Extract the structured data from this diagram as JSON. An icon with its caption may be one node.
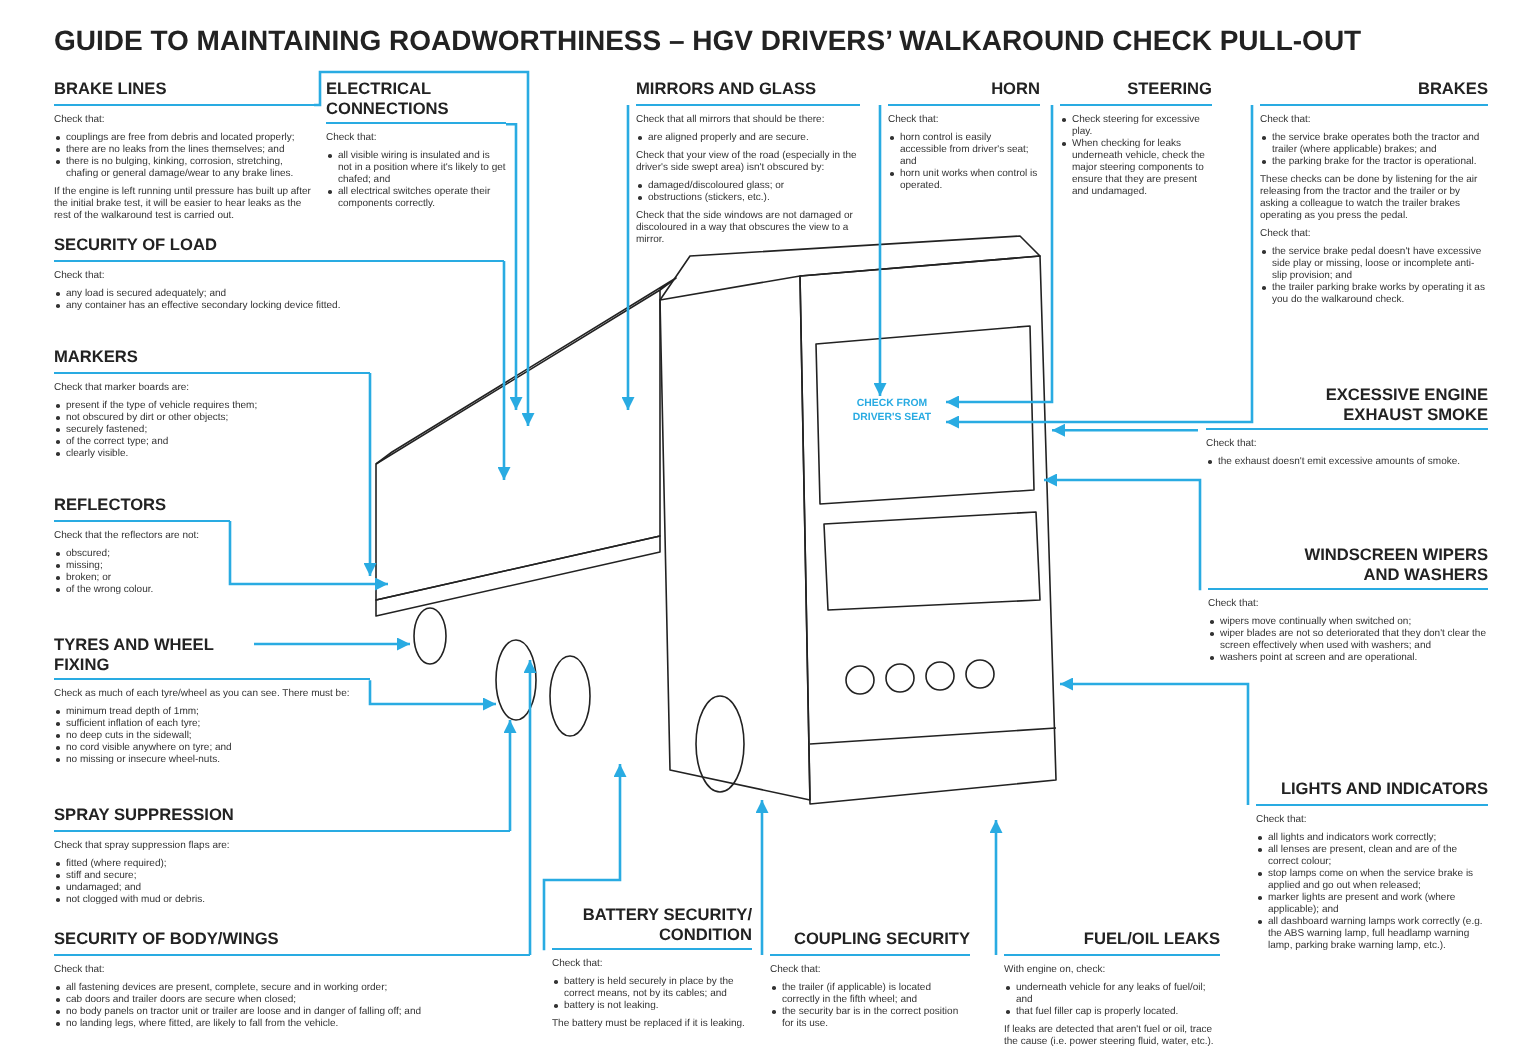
{
  "diagram": {
    "title": "GUIDE TO MAINTAINING ROADWORTHINESS – HGV DRIVERS’ WALKAROUND CHECK PULL-OUT",
    "nodes": [
      {
        "text": [
          "BRAKE LINES",
          "Check that:",
          "couplings are free from debris and located properly;",
          "there are no leaks from the lines themselves; and",
          "there is no bulging, kinking, corrosion, stretching, chafing or general damage/wear to any brake lines.",
          "If the engine is left running until pressure has built up after the initial brake test, it will be easier to hear leaks as the rest of the walkaround test is carried out."
        ]
      },
      {
        "text": [
          "ELECTRICAL CONNECTIONS",
          "Check that:",
          "all visible wiring is insulated and is not in a position where it's likely to get chafed; and",
          "all electrical switches operate their components correctly."
        ]
      },
      {
        "text": [
          "MIRRORS AND GLASS",
          "Check that all mirrors that should be there:",
          "are aligned properly and are secure.",
          "Check that your view of the road (especially in the driver's side swept area) isn't obscured by:",
          "damaged/discoloured glass; or",
          "obstructions (stickers, etc.).",
          "Check that the side windows are not damaged or discoloured in a way that obscures the view to a mirror."
        ]
      },
      {
        "text": [
          "HORN",
          "Check that:",
          "horn control is easily accessible from driver's seat; and",
          "horn unit works when control is operated."
        ]
      },
      {
        "text": [
          "STEERING",
          "Check steering for excessive play.",
          "When checking for leaks underneath vehicle, check the major steering components to ensure that they are present and undamaged."
        ]
      },
      {
        "text": [
          "BRAKES",
          "Check that:",
          "the service brake operates both the tractor and trailer (where applicable) brakes; and",
          "the parking brake for the tractor is operational.",
          "These checks can be done by listening for the air releasing from the tractor and the trailer or by asking a colleague to watch the trailer brakes operating as you press the pedal.",
          "Check that:",
          "the service brake pedal doesn't have excessive side play or missing, loose or incomplete anti-slip provision; and",
          "the trailer parking brake works by operating it as you do the walkaround check."
        ]
      },
      {
        "text": [
          "SECURITY OF LOAD",
          "Check that:",
          "any load is secured adequately; and",
          "any container has an effective secondary locking device fitted."
        ]
      },
      {
        "text": [
          "MARKERS",
          "Check that marker boards are:",
          "present if the type of vehicle requires them;",
          "not obscured by dirt or other objects;",
          "securely fastened;",
          "of the correct type; and",
          "clearly visible."
        ]
      },
      {
        "text": [
          "EXCESSIVE ENGINE EXHAUST SMOKE",
          "Check that:",
          "the exhaust doesn't emit excessive amounts of smoke."
        ]
      },
      {
        "text": [
          "CHECK FROM DRIVER'S SEAT"
        ]
      },
      {
        "text": [
          "REFLECTORS",
          "Check that the reflectors are not:",
          "obscured;",
          "missing;",
          "broken; or",
          "of the wrong colour."
        ]
      },
      {
        "text": [
          "WINDSCREEN WIPERS AND WASHERS",
          "Check that:",
          "wipers move continually when switched on;",
          "wiper blades are not so deteriorated that they don't clear the screen effectively when used with washers; and",
          "washers point at screen and are operational."
        ]
      },
      {
        "text": [
          "TYRES AND WHEEL FIXING",
          "Check as much of each tyre/wheel as you can see. There must be:",
          "minimum tread depth of 1mm;",
          "sufficient inflation of each tyre;",
          "no deep cuts in the sidewall;",
          "no cord visible anywhere on tyre; and",
          "no missing or insecure wheel-nuts."
        ]
      },
      {
        "text": [
          "LIGHTS AND INDICATORS",
          "Check that:",
          "all lights and indicators work correctly;",
          "all lenses are present, clean and are of the correct colour;",
          "stop lamps come on when the service brake is applied and go out when released;",
          "marker lights are present and work (where applicable); and",
          "all dashboard warning lamps work correctly (e.g. the ABS warning lamp, full headlamp warning lamp, parking brake warning lamp, etc.)."
        ]
      },
      {
        "text": [
          "SPRAY SUPPRESSION",
          "Check that spray suppression flaps are:",
          "fitted (where required);",
          "stiff and secure;",
          "undamaged; and",
          "not clogged with mud or debris."
        ]
      },
      {
        "text": [
          "SECURITY OF BODY/WINGS",
          "Check that:",
          "all fastening devices are present, complete, secure and in working order;",
          "cab doors and trailer doors are secure when closed;",
          "no body panels on tractor unit or trailer are loose and in danger of falling off; and",
          "no landing legs, where fitted, are likely to fall from the vehicle."
        ]
      },
      {
        "text": [
          "BATTERY SECURITY/ CONDITION",
          "Check that:",
          "battery is held securely in place by the correct means, not by its cables; and",
          "battery is not leaking.",
          "The battery must be replaced if it is leaking."
        ]
      },
      {
        "text": [
          "COUPLING SECURITY",
          "Check that:",
          "the trailer (if applicable) is located correctly in the fifth wheel; and",
          "the security bar is in the correct position for its use."
        ]
      },
      {
        "text": [
          "FUEL/OIL LEAKS",
          "With engine on, check:",
          "underneath vehicle for any leaks of fuel/oil; and",
          "that fuel filler cap is properly located.",
          "If leaks are detected that aren't fuel or oil, trace the cause (i.e. power steering fluid, water, etc.)."
        ]
      }
    ],
    "edges": [
      {
        "from": 0,
        "to": null,
        "arrow": "to"
      },
      {
        "from": 1,
        "to": null,
        "arrow": "to"
      },
      {
        "from": 2,
        "to": null,
        "arrow": "to"
      },
      {
        "from": 3,
        "to": 9,
        "arrow": "to"
      },
      {
        "from": 4,
        "to": 9,
        "arrow": "to"
      },
      {
        "from": 5,
        "to": 9,
        "arrow": "to"
      },
      {
        "from": 6,
        "to": null,
        "arrow": "to"
      },
      {
        "from": 7,
        "to": null,
        "arrow": "to"
      },
      {
        "from": 8,
        "to": null,
        "arrow": "to"
      },
      {
        "from": 10,
        "to": null,
        "arrow": "to"
      },
      {
        "from": 11,
        "to": null,
        "arrow": "to"
      },
      {
        "from": 12,
        "to": null,
        "arrow": "to"
      },
      {
        "from": 12,
        "to": null,
        "arrow": "to"
      },
      {
        "from": 13,
        "to": null,
        "arrow": "to"
      },
      {
        "from": 14,
        "to": null,
        "arrow": "to"
      },
      {
        "from": 15,
        "to": null,
        "arrow": "to"
      },
      {
        "from": 16,
        "to": null,
        "arrow": "to"
      },
      {
        "from": 17,
        "to": null,
        "arrow": "to"
      },
      {
        "from": 18,
        "to": null,
        "arrow": "to"
      }
    ]
  }
}
